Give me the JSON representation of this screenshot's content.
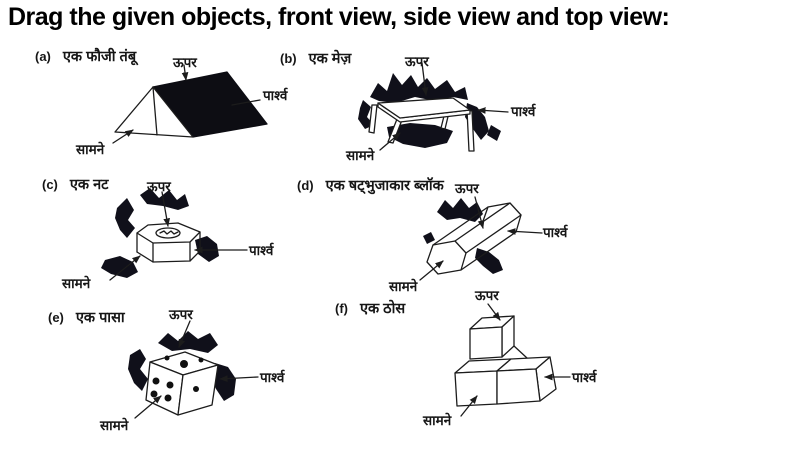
{
  "title": "Drag the given objects, front view, side view and top view:",
  "view_labels": {
    "top": "ऊपर",
    "side": "पार्श्व",
    "front": "सामने"
  },
  "figures": [
    {
      "marker": "(a)",
      "name": "एक फौजी तंबू",
      "object": "military-tent"
    },
    {
      "marker": "(b)",
      "name": "एक मेज़",
      "object": "table"
    },
    {
      "marker": "(c)",
      "name": "एक नट",
      "object": "hexagonal-nut"
    },
    {
      "marker": "(d)",
      "name": "एक षट्भुजाकार ब्लॉक",
      "object": "hexagonal-block"
    },
    {
      "marker": "(e)",
      "name": "एक पासा",
      "object": "die"
    },
    {
      "marker": "(f)",
      "name": "एक ठोस",
      "object": "solid-of-cubes"
    }
  ],
  "colors": {
    "ink": "#1a1a1a",
    "paper": "#ffffff",
    "fill_dark": "#0d0d13"
  }
}
